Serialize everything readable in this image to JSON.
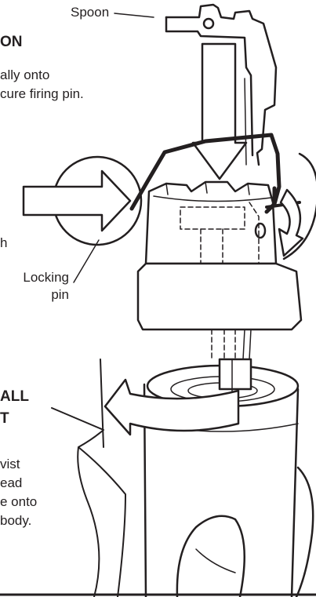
{
  "labels": {
    "spoon": "Spoon",
    "locking_pin": [
      "Locking",
      "pin"
    ],
    "side_h": "h"
  },
  "top_instruction": {
    "heading_fragment": "ON",
    "lines": [
      "ally onto",
      "cure firing pin."
    ]
  },
  "bottom_instruction": {
    "heading_lines": [
      "ALL",
      "T"
    ],
    "lines": [
      "vist",
      "ead",
      "e onto",
      "body."
    ]
  },
  "colors": {
    "ink": "#231f20",
    "background": "#ffffff"
  },
  "icons": [
    "arrow-right-icon",
    "arrow-down-icon",
    "curved-arrow-clockwise-icon",
    "curved-arrow-left-icon",
    "hand-icon"
  ]
}
